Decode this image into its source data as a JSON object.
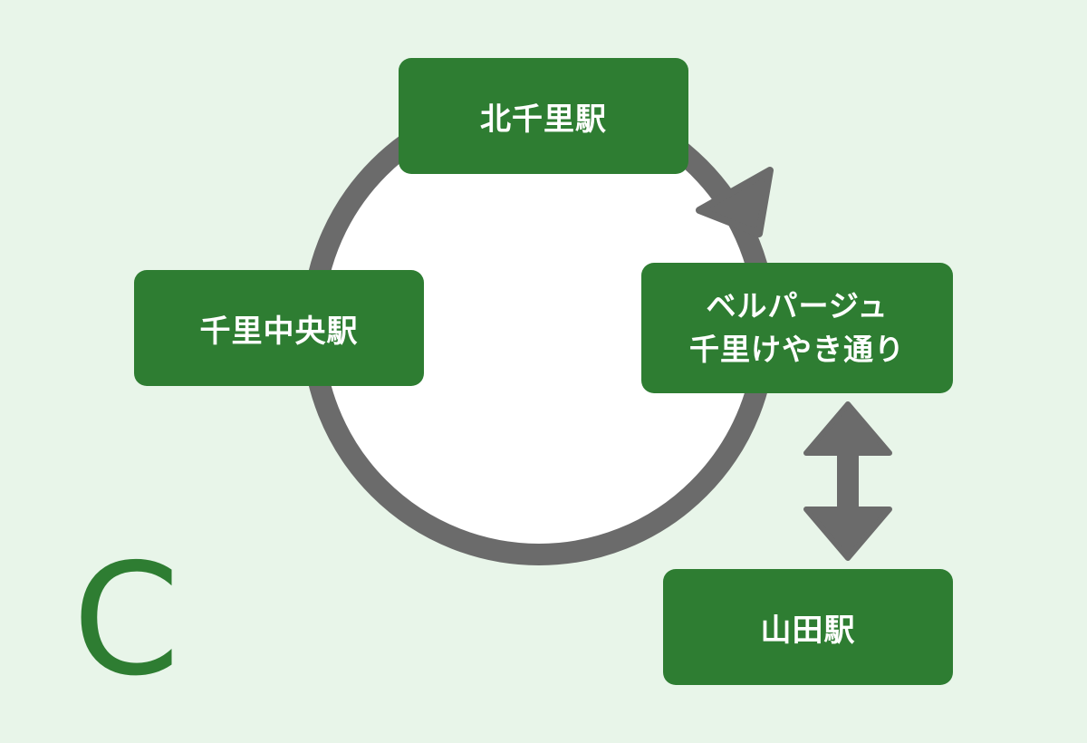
{
  "diagram": {
    "label": "C",
    "colors": {
      "background": "#e8f5e9",
      "station": "#2e7d32",
      "arrow": "#6b6b6b",
      "loop_fill": "#ffffff"
    },
    "stations": [
      {
        "id": "kitasenri",
        "name": "北千里駅"
      },
      {
        "id": "senri-chuo",
        "name": "千里中央駅"
      },
      {
        "id": "bellpasse",
        "line1": "ベルパージュ",
        "line2": "千里けやき通り"
      },
      {
        "id": "yamada",
        "name": "山田駅"
      }
    ],
    "connections": [
      {
        "type": "loop-clockwise",
        "stations": [
          "kitasenri",
          "bellpasse",
          "senri-chuo"
        ]
      },
      {
        "type": "bidirectional",
        "from": "bellpasse",
        "to": "yamada"
      }
    ]
  }
}
